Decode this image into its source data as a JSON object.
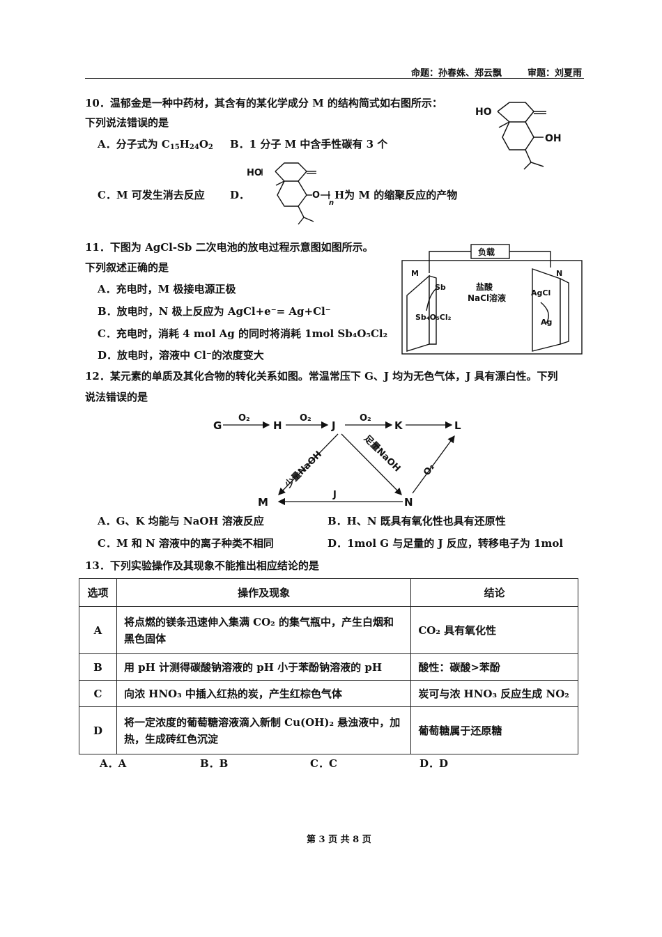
{
  "header": {
    "authors": "命题：孙春姝、郑云飘",
    "reviewer": "审题：刘夏雨"
  },
  "q10": {
    "stem": "10．温郁金是一种中药材，其含有的某化学成分 M 的结构简式如右图所示：",
    "prompt": "下列说法错误的是",
    "optA_pre": "A．分子式为 C",
    "optA_f1": "15",
    "optA_f2": "H",
    "optA_f3": "24",
    "optA_f4": "O",
    "optA_f5": "2",
    "optB": "B．1 分子 M 中含手性碳有 3 个",
    "optC": "C．M 可发生消去反应",
    "optD_label": "D．",
    "optD_text": "H为 M 的缩聚反应的产物",
    "struct_ho": "HO",
    "struct_oh": "OH",
    "poly_ho": "HO",
    "poly_o": "O",
    "poly_n": "n"
  },
  "q11": {
    "stem": "11．下图为 AgCl-Sb 二次电池的放电过程示意图如图所示。",
    "prompt": "下列叙述正确的是",
    "optA": "A．充电时，M 极接电源正极",
    "optB": "B．放电时，N 极上反应为 AgCl+e⁻= Ag+Cl⁻",
    "optC": "C．充电时，消耗 4 mol Ag 的同时将消耗 1mol Sb₄O₅Cl₂",
    "optD": "D．放电时，溶液中 Cl⁻的浓度变大",
    "diagram": {
      "load": "负载",
      "electrode_m": "M",
      "electrode_n": "N",
      "electrolyte1": "盐酸",
      "electrolyte2": "NaCl溶液",
      "sb": "Sb",
      "sb_compound": "Sb₄O₅Cl₂",
      "agcl": "AgCl",
      "ag": "Ag"
    }
  },
  "q12": {
    "stem": "12．某元素的单质及其化合物的转化关系如图。常温常压下 G、J 均为无色气体，J 具有漂白性。下列",
    "stem2": "说法错误的是",
    "diagram": {
      "g": "G",
      "h": "H",
      "j": "J",
      "k": "K",
      "l": "L",
      "m": "M",
      "n": "N",
      "o2_1": "O₂",
      "o2_2": "O₂",
      "o2_3": "O₂",
      "o2_4": "O₂",
      "less_naoh": "少量NaOH",
      "excess_naoh": "足量NaOH",
      "j_arrow": "J"
    },
    "optA": "A．G、K 均能与 NaOH 溶液反应",
    "optB": "B．H、N 既具有氧化性也具有还原性",
    "optC": "C．M 和 N 溶液中的离子种类不相同",
    "optD": "D．1mol G 与足量的 J 反应，转移电子为 1mol"
  },
  "q13": {
    "stem": "13．下列实验操作及其现象不能推出相应结论的是",
    "headers": [
      "选项",
      "操作及现象",
      "结论"
    ],
    "rows": [
      {
        "opt": "A",
        "op1": "将点燃的镁条迅速伸入集满 CO₂ 的集气瓶中，产生白烟和",
        "op2": "黑色固体",
        "concl": "CO₂ 具有氧化性"
      },
      {
        "opt": "B",
        "op1": "用 pH 计测得碳酸钠溶液的 pH 小于苯酚钠溶液的 pH",
        "op2": "",
        "concl": "酸性：碳酸>苯酚"
      },
      {
        "opt": "C",
        "op1": "向浓 HNO₃ 中插入红热的炭，产生红棕色气体",
        "op2": "",
        "concl": "炭可与浓 HNO₃ 反应生成 NO₂"
      },
      {
        "opt": "D",
        "op1": "将一定浓度的葡萄糖溶液滴入新制 Cu(OH)₂ 悬浊液中，加",
        "op2": "热，生成砖红色沉淀",
        "concl": "葡萄糖属于还原糖"
      }
    ],
    "answers": [
      "A．A",
      "B．B",
      "C．C",
      "D．D"
    ]
  },
  "footer": "第 3 页 共 8 页"
}
